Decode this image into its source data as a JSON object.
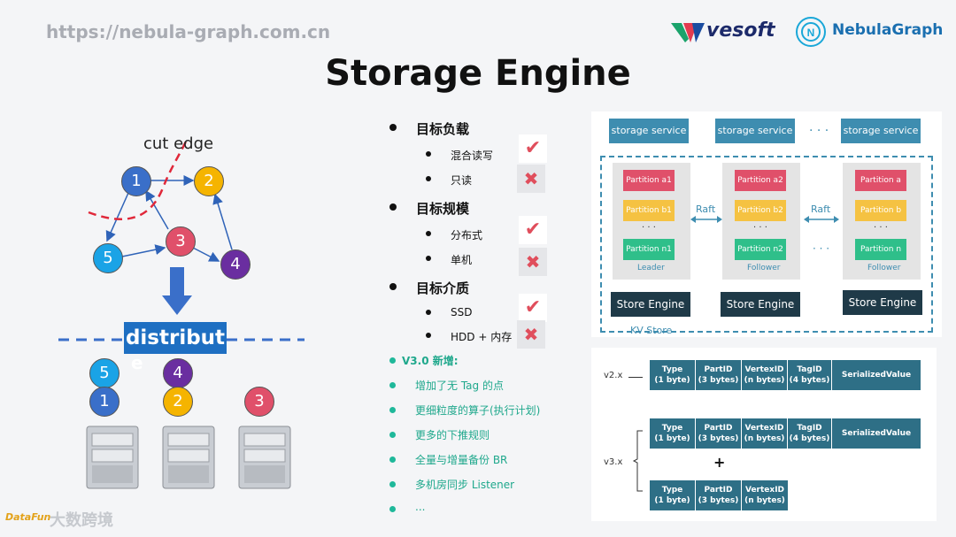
{
  "header": {
    "url": "https://nebula-graph.com.cn",
    "title": "Storage Engine",
    "logo_vesoft": "vesoft",
    "logo_nebula": "NebulaGraph"
  },
  "graph": {
    "cut_label": "cut edge",
    "nodes": [
      "1",
      "2",
      "3",
      "4",
      "5"
    ],
    "distribute_label": "distribut",
    "distribute_wrap": "e",
    "after_nodes": [
      "5",
      "4",
      "1",
      "2",
      "3"
    ]
  },
  "bullets": {
    "g1": "目标负载",
    "g1_items": [
      "混合读写",
      "只读"
    ],
    "g2": "目标规模",
    "g2_items": [
      "分布式",
      "单机"
    ],
    "g3": "目标介质",
    "g3_items": [
      "SSD",
      "HDD + 内存"
    ],
    "v3": "V3.0 新增:",
    "v3_items": [
      "增加了无 Tag 的点",
      "更细粒度的算子(执行计划)",
      "更多的下推规则",
      "全量与增量备份 BR",
      "多机房同步 Listener",
      "..."
    ]
  },
  "arch": {
    "services": [
      "storage service",
      "storage service",
      "storage service"
    ],
    "ellipsis": "· · ·",
    "col1": [
      "Partition a1",
      "Partition b1",
      "Partition n1"
    ],
    "col2": [
      "Partition a2",
      "Partition b2",
      "Partition n2"
    ],
    "col3": [
      "Partition a",
      "Partition b",
      "Partition n"
    ],
    "roles": [
      "Leader",
      "Follower",
      "Follower"
    ],
    "raft": "Raft",
    "dots": "· · ·",
    "store_engine": "Store Engine",
    "kv_store": "KV Store"
  },
  "layout_v": {
    "v2": "v2.x",
    "v3": "v3.x",
    "plus": "+",
    "type": "Type",
    "type_sub": "(1 byte)",
    "partid": "PartID",
    "partid_sub": "(3 bytes)",
    "vertexid": "VertexID",
    "vertexid_sub": "(n bytes)",
    "tagid": "TagID",
    "tagid_sub": "(4 bytes)",
    "serialized": "SerializedValue"
  },
  "footer": {
    "watermark": "大数跨境",
    "brand": "DataFun"
  },
  "colors": {
    "blue": "#3a6fc9",
    "yellow": "#f5b400",
    "red": "#e0506a",
    "purple": "#6a2ea0",
    "cyan": "#1aa3e6"
  }
}
